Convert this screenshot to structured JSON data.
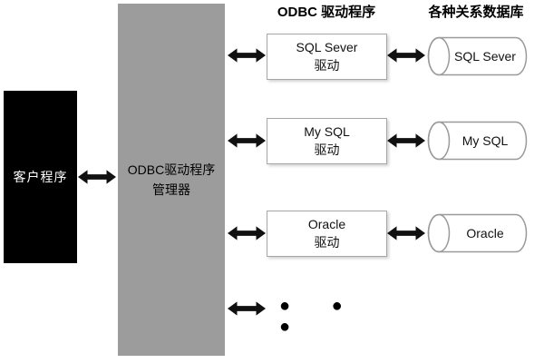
{
  "client": {
    "label": "客户程序"
  },
  "manager": {
    "line1": "ODBC驱动程序",
    "line2": "管理器"
  },
  "headers": {
    "drivers": "ODBC 驱动程序",
    "databases": "各种关系数据库"
  },
  "drivers": [
    {
      "line1": "SQL Sever",
      "line2": "驱动"
    },
    {
      "line1": "My SQL",
      "line2": "驱动"
    },
    {
      "line1": "Oracle",
      "line2": "驱动"
    }
  ],
  "databases": [
    {
      "label": "SQL Sever"
    },
    {
      "label": "My SQL"
    },
    {
      "label": "Oracle"
    }
  ],
  "ellipsis": {
    "dots": "● ● ●"
  },
  "colors": {
    "client_fill": "#000000",
    "client_text": "#ffffff",
    "manager_fill": "#9c9c9c",
    "box_border": "#a6a6a6",
    "arrow": "#111111",
    "background": "#ffffff"
  }
}
